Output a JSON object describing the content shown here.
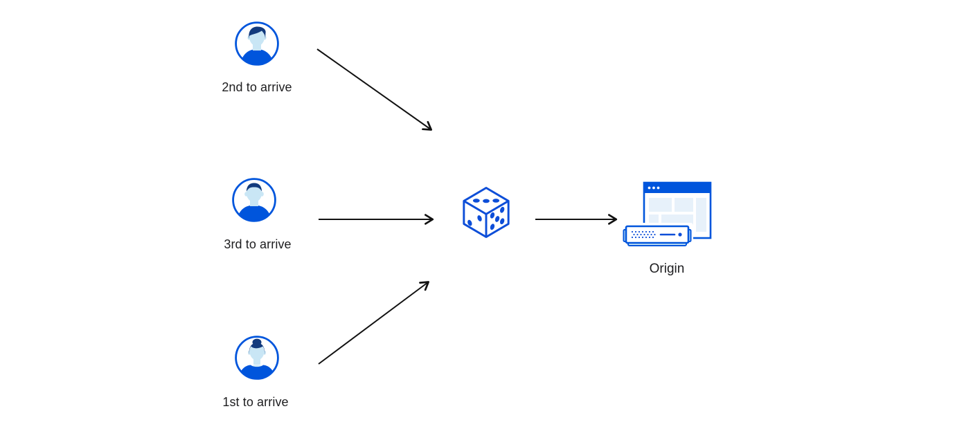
{
  "diagram": {
    "nodes": {
      "user_second": {
        "label": "2nd to arrive",
        "icon": "man-quiff-avatar-icon"
      },
      "user_third": {
        "label": "3rd to arrive",
        "icon": "man-short-hair-avatar-icon"
      },
      "user_first": {
        "label": "1st to arrive",
        "icon": "woman-bun-avatar-icon"
      },
      "random_picker": {
        "icon": "dice-icon"
      },
      "origin": {
        "label": "Origin",
        "icon": "origin-server-browser-icon"
      }
    },
    "edges": [
      {
        "from": "user_second",
        "to": "random_picker"
      },
      {
        "from": "user_third",
        "to": "random_picker"
      },
      {
        "from": "user_first",
        "to": "random_picker"
      },
      {
        "from": "random_picker",
        "to": "origin"
      }
    ],
    "colors": {
      "primary_blue": "#0055dc",
      "dice_blue": "#0d4ed8",
      "dark_navy": "#123a7d",
      "light_blue": "#c9e6f5",
      "pale_blue": "#e7f1fa",
      "arrow": "#111111",
      "text": "#1d1d1f",
      "background": "#ffffff"
    }
  }
}
